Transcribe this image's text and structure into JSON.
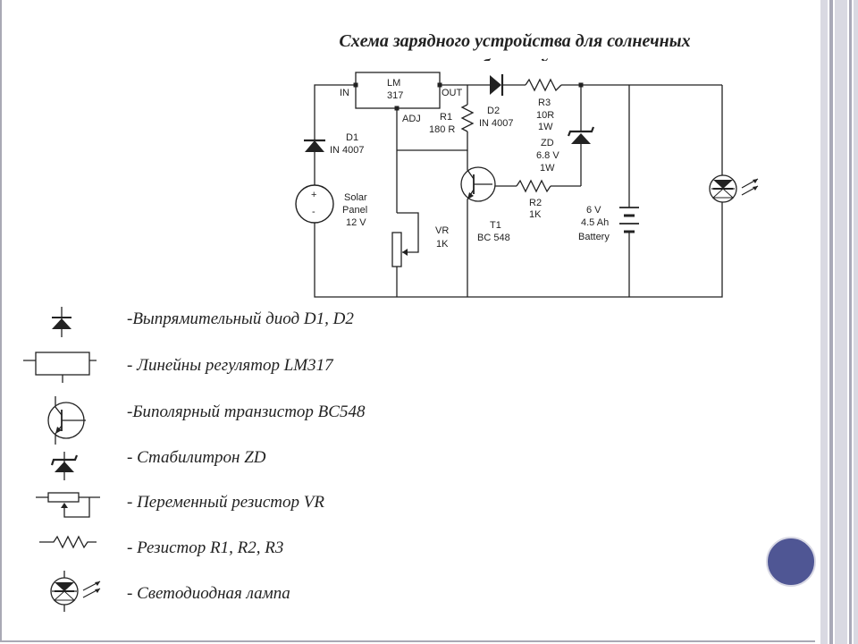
{
  "slide": {
    "title": "Схема зарядного  устройства для солнечных\nбатарей"
  },
  "circuit": {
    "regulator": {
      "name": "LM",
      "number": "317",
      "pin_in": "IN",
      "pin_out": "OUT",
      "pin_adj": "ADJ"
    },
    "d1": {
      "name": "D1",
      "part": "IN 4007"
    },
    "d2": {
      "name": "D2",
      "part": "IN 4007"
    },
    "r1": {
      "name": "R1",
      "value": "180 R"
    },
    "r2": {
      "name": "R2",
      "value": "1K"
    },
    "r3": {
      "name": "R3",
      "value": "10R",
      "power": "1W"
    },
    "zd": {
      "name": "ZD",
      "value": "6.8 V",
      "power": "1W"
    },
    "vr": {
      "name": "VR",
      "value": "1K"
    },
    "t1": {
      "name": "T1",
      "part": "BC 548"
    },
    "solar": {
      "line1": "Solar",
      "line2": "Panel",
      "line3": "12 V",
      "plus": "+",
      "minus": "-"
    },
    "battery": {
      "voltage": "6 V",
      "capacity": "4.5 Ah",
      "label": "Battery"
    }
  },
  "legend": [
    {
      "text": "-Выпрямительный диод D1, D2",
      "icon": "diode-icon"
    },
    {
      "text": "- Линейны регулятор LM317",
      "icon": "regulator-icon"
    },
    {
      "text": "-Биполярный транзистор BC548",
      "icon": "transistor-icon"
    },
    {
      "text": "- Стабилитрон ZD",
      "icon": "zener-diode-icon"
    },
    {
      "text": "- Переменный резистор VR",
      "icon": "variable-resistor-icon"
    },
    {
      "text": "- Резистор R1, R2, R3",
      "icon": "resistor-icon"
    },
    {
      "text": "- Светодиодная лампа",
      "icon": "led-lamp-icon"
    }
  ],
  "colors": {
    "accent": "#4f5694",
    "stripe_light": "#d9d9e2",
    "stripe_dark": "#a9a9b8"
  }
}
